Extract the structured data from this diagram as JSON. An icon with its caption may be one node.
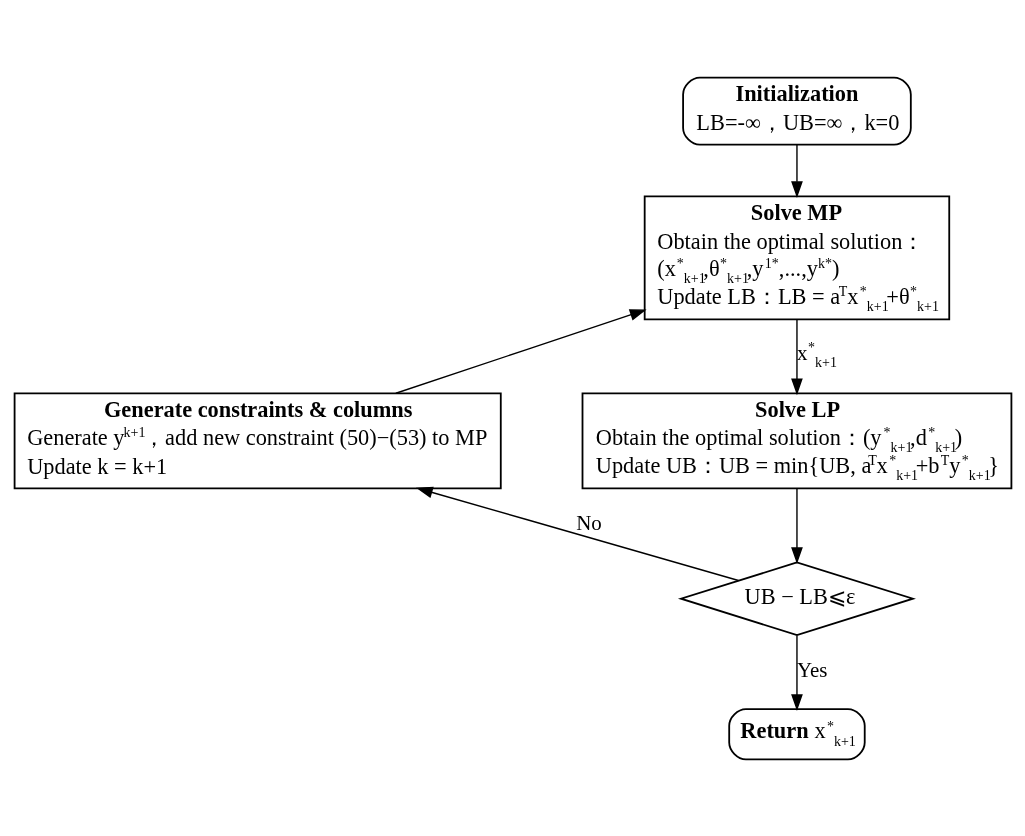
{
  "diagram": {
    "nodes": [
      {
        "text": [
          "Initialization",
          "LB=-∞，UB=∞，k=0"
        ]
      },
      {
        "text": [
          "Solve MP",
          "Obtain the optimal solution：",
          "(x$^{*}$$_{k+1}$,θ$^{*}$$_{k+1}$,y$^{1*}$,...,y$^{k*}$)",
          "Update LB：LB = a$^{T}$x$^{*}$$_{k+1}$+θ$^{*}$$_{k+1}$"
        ]
      },
      {
        "text": [
          "Solve LP",
          "Obtain the optimal solution：(y$^{*}$$_{k+1}$,d$^{*}$$_{k+1}$)",
          "Update UB：UB = min{UB, a$^{T}$x$^{*}$$_{k+1}$+b$^{T}$y$^{*}$$_{k+1}$}"
        ]
      },
      {
        "text": [
          "UB − LB⩽ε"
        ]
      },
      {
        "text": [
          "**Return** x$^{*}$$_{k+1}$"
        ]
      },
      {
        "text": [
          "Generate constraints & columns",
          "Generate y$^{k+1}$，add new constraint (50)−(53) to MP",
          "Update k = k+1"
        ]
      }
    ],
    "edges": [
      {
        "from": 0,
        "to": 1,
        "arrow": "to"
      },
      {
        "from": 1,
        "to": 2,
        "arrow": "to",
        "label": "x$^{*}$$_{k+1}$"
      },
      {
        "from": 2,
        "to": 3,
        "arrow": "to"
      },
      {
        "from": 3,
        "to": 5,
        "arrow": "to",
        "label": "No"
      },
      {
        "from": 3,
        "to": 4,
        "arrow": "to",
        "label": "Yes"
      },
      {
        "from": 5,
        "to": 1,
        "arrow": "to"
      }
    ]
  }
}
